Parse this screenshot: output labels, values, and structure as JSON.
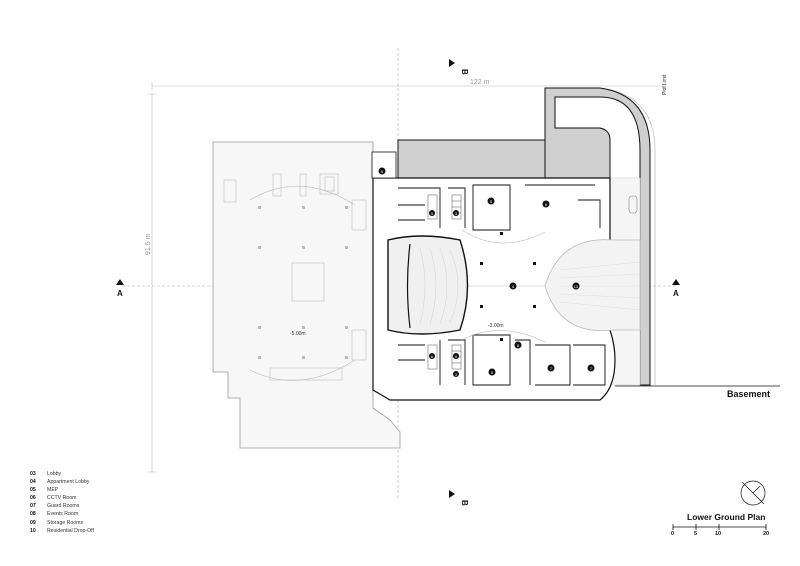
{
  "dimensions": {
    "width": "122 m",
    "height": "91.5 m"
  },
  "plot_limit": "Plot Limit",
  "sections": {
    "a_left": "A",
    "a_right": "A",
    "b_top": "B",
    "b_bottom": "B"
  },
  "levels": {
    "basement": "-5.00m",
    "lower_ground": "-3.00m"
  },
  "basement_label": "Basement",
  "plan_title": "Lower Ground Plan",
  "room_tags": [
    "6",
    "5",
    "6",
    "9",
    "3",
    "4",
    "10",
    "8",
    "5",
    "7",
    "7",
    "6",
    "9",
    "3"
  ],
  "legend": [
    {
      "num": "03",
      "label": "Lobby"
    },
    {
      "num": "04",
      "label": "Appartment Lobby"
    },
    {
      "num": "05",
      "label": "MEP"
    },
    {
      "num": "06",
      "label": "CCTV Room"
    },
    {
      "num": "07",
      "label": "Guard Rooms"
    },
    {
      "num": "08",
      "label": "Events Room"
    },
    {
      "num": "09",
      "label": "Storage Rooms"
    },
    {
      "num": "10",
      "label": "Residential Drop-Off"
    }
  ],
  "scale": [
    "0",
    "5",
    "10",
    "20"
  ],
  "icons": {
    "north": "north-arrow-icon",
    "section": "section-marker-icon"
  }
}
